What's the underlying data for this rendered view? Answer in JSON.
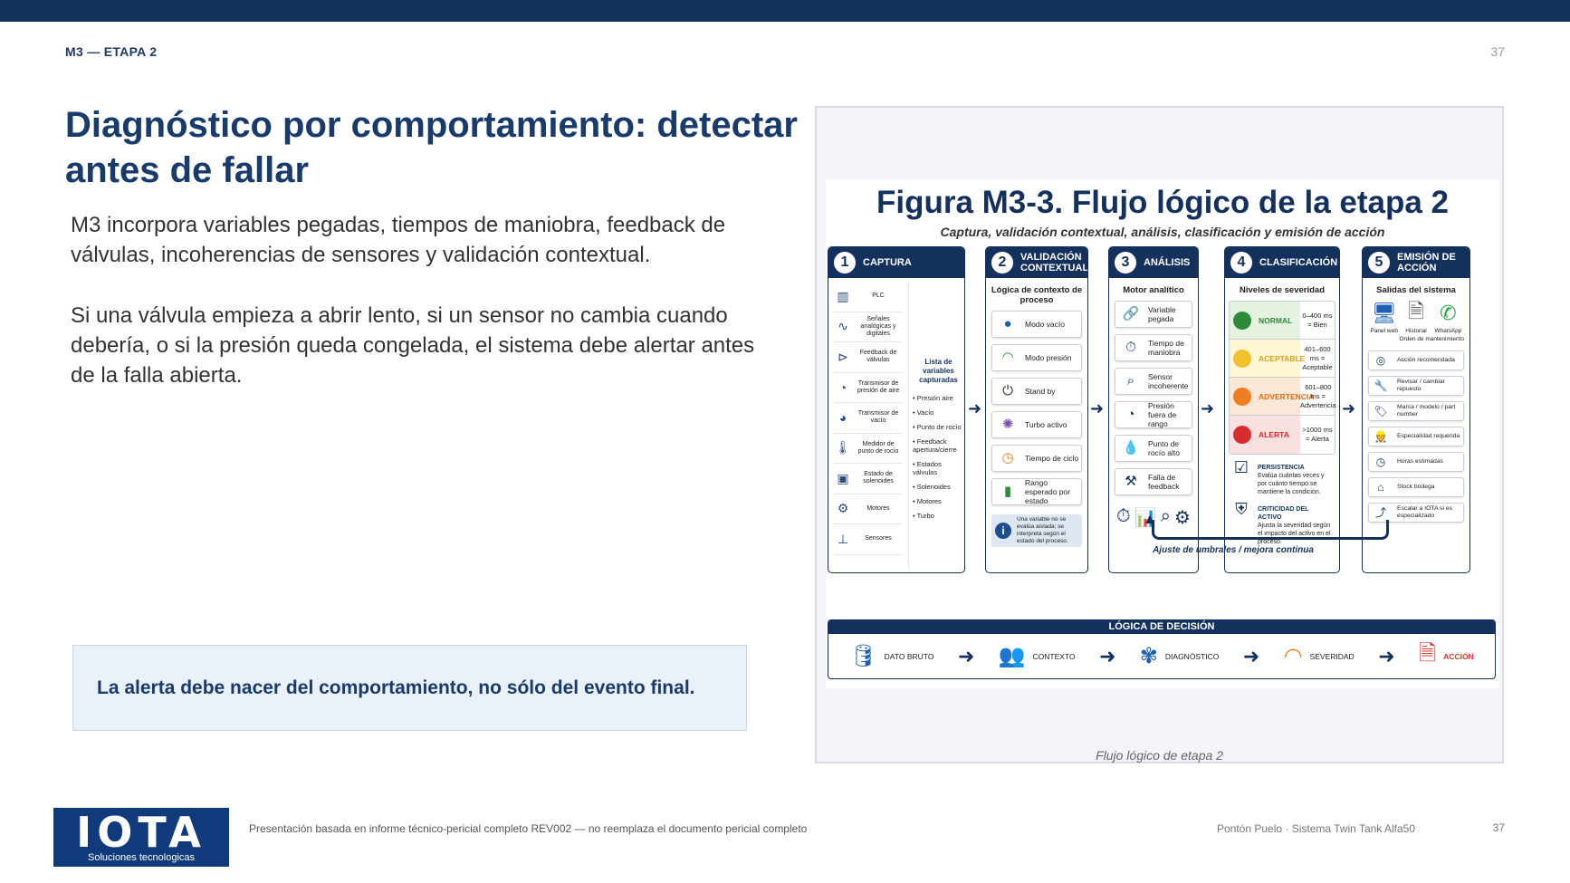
{
  "header": {
    "section": "M3 — ETAPA 2",
    "page": "37"
  },
  "title": "Diagnóstico por comportamiento: detectar antes de fallar",
  "body": {
    "p1": "M3 incorpora variables pegadas, tiempos de maniobra, feedback de válvulas, incoherencias de sensores y validación contextual.",
    "p2": "Si una válvula empieza a abrir lento, si un sensor no cambia cuando debería, o si la presión queda congelada, el sistema debe alertar antes de la falla abierta."
  },
  "callout": "La alerta debe nacer del comportamiento, no sólo del evento final.",
  "figure": {
    "title": "Figura M3-3. Flujo lógico de la etapa 2",
    "subtitle": "Captura, validación contextual, análisis, clasificación y emisión de acción",
    "caption": "Flujo lógico de etapa 2",
    "columns": [
      {
        "num": "1",
        "title": "CAPTURA",
        "items": [
          {
            "icon": "plc-icon",
            "glyph": "▥",
            "label": "PLC"
          },
          {
            "icon": "signal-icon",
            "glyph": "∿",
            "label": "Señales analógicas y digitales"
          },
          {
            "icon": "valve-icon",
            "glyph": "⊳",
            "label": "Feedback de válvulas"
          },
          {
            "icon": "pressure-gauge-icon",
            "glyph": "◔",
            "label": "Transmisor de presión de aire"
          },
          {
            "icon": "vacuum-gauge-icon",
            "glyph": "◕",
            "label": "Transmisor de vacío"
          },
          {
            "icon": "thermometer-icon",
            "glyph": "🌡",
            "label": "Medidor de punto de rocío"
          },
          {
            "icon": "solenoid-icon",
            "glyph": "▣",
            "label": "Estado de solenoides"
          },
          {
            "icon": "motor-icon",
            "glyph": "⚙",
            "label": "Motores"
          },
          {
            "icon": "sensor-icon",
            "glyph": "⊥",
            "label": "Sensores"
          }
        ],
        "side_title": "Lista de variables capturadas",
        "side_items": [
          "Presión aire",
          "Vacío",
          "Punto de rocío",
          "Feedback apertura/cierre",
          "Estados válvulas",
          "Solenoides",
          "Motores",
          "Turbo"
        ]
      },
      {
        "num": "2",
        "title": "VALIDACIÓN CONTEXTUAL",
        "subtitle": "Lógica de contexto de proceso",
        "items": [
          {
            "icon": "vacuum-mode-icon",
            "glyph": "●",
            "color": "#1d5fb0",
            "label": "Modo vacío"
          },
          {
            "icon": "pressure-mode-icon",
            "glyph": "◠",
            "color": "#2e8b3a",
            "label": "Modo presión"
          },
          {
            "icon": "power-icon",
            "glyph": "⏻",
            "color": "#333333",
            "label": "Stand by"
          },
          {
            "icon": "turbo-icon",
            "glyph": "✺",
            "color": "#7a4fa8",
            "label": "Turbo activo"
          },
          {
            "icon": "clock-icon",
            "glyph": "◷",
            "color": "#e07b1f",
            "label": "Tiempo de ciclo"
          },
          {
            "icon": "bar-chart-icon",
            "glyph": "▮",
            "color": "#2e8b3a",
            "label": "Rango esperado por estado"
          }
        ],
        "info": "Una variable no se evalúa aislada; se interpreta según el estado del proceso."
      },
      {
        "num": "3",
        "title": "ANÁLISIS",
        "subtitle": "Motor analítico",
        "items": [
          {
            "icon": "link-icon",
            "glyph": "🔗",
            "color": "#13315c",
            "label": "Variable pegada"
          },
          {
            "icon": "stopwatch-icon",
            "glyph": "⏱",
            "color": "#13315c",
            "label": "Tiempo de maniobra"
          },
          {
            "icon": "magnifier-icon",
            "glyph": "⌕",
            "color": "#13315c",
            "label": "Sensor incoherente"
          },
          {
            "icon": "gauge-icon",
            "glyph": "◔",
            "color": "#13315c",
            "label": "Presión fuera de rango"
          },
          {
            "icon": "drop-icon",
            "glyph": "💧",
            "color": "#13315c",
            "label": "Punto de rocío alto"
          },
          {
            "icon": "valve-fault-icon",
            "glyph": "⚒",
            "color": "#13315c",
            "label": "Falla de feedback"
          }
        ],
        "icon_row": [
          {
            "icon": "stopwatch-icon",
            "glyph": "⏱"
          },
          {
            "icon": "chart-icon",
            "glyph": "📊"
          },
          {
            "icon": "search-icon",
            "glyph": "⌕"
          },
          {
            "icon": "gear-icon",
            "glyph": "⚙"
          }
        ]
      },
      {
        "num": "4",
        "title": "CLASIFICACIÓN",
        "subtitle": "Niveles de severidad",
        "levels": [
          {
            "name": "NORMAL",
            "range": "0–400 ms = Bien",
            "color": "#2e8b3a",
            "bg": "#e6f2e0",
            "text": "#2e8b3a"
          },
          {
            "name": "ACEPTABLE",
            "range": "401–600 ms = Aceptable",
            "color": "#f2c12e",
            "bg": "#fff6d6",
            "text": "#d9a21a"
          },
          {
            "name": "ADVERTENCIA",
            "range": "601–800 ms = Advertencia",
            "color": "#ef7d22",
            "bg": "#fde8d6",
            "text": "#e06b12"
          },
          {
            "name": "ALERTA",
            "range": ">1000 ms = Alerta",
            "color": "#d92b2b",
            "bg": "#fbe0e0",
            "text": "#d92b2b"
          }
        ],
        "notes": [
          {
            "icon": "checklist-icon",
            "glyph": "☑",
            "title": "PERSISTENCIA",
            "text": "Evalúa cuántas veces y por cuánto tiempo se mantiene la condición."
          },
          {
            "icon": "shield-icon",
            "glyph": "⛨",
            "title": "CRITICIDAD DEL ACTIVO",
            "text": "Ajusta la severidad según el impacto del activo en el proceso."
          }
        ]
      },
      {
        "num": "5",
        "title": "EMISIÓN DE ACCIÓN",
        "subtitle": "Salidas del sistema",
        "outputs": [
          {
            "icon": "monitor-icon",
            "glyph": "🖥",
            "label": "Panel web"
          },
          {
            "icon": "document-clock-icon",
            "glyph": "🗎",
            "label": "Historial"
          },
          {
            "icon": "whatsapp-icon",
            "glyph": "✆",
            "label": "WhatsApp"
          }
        ],
        "orden": "Orden de mantenimiento",
        "actions": [
          {
            "icon": "target-icon",
            "glyph": "◎",
            "label": "Acción recomendada"
          },
          {
            "icon": "wrench-icon",
            "glyph": "🔧",
            "label": "Revisar / cambiar repuesto"
          },
          {
            "icon": "tag-icon",
            "glyph": "🏷",
            "label": "Marca / modelo / part number"
          },
          {
            "icon": "worker-icon",
            "glyph": "👷",
            "label": "Especialidad requerida"
          },
          {
            "icon": "clock-icon",
            "glyph": "◷",
            "label": "Horas estimadas"
          },
          {
            "icon": "warehouse-icon",
            "glyph": "⌂",
            "label": "Stock bodega"
          },
          {
            "icon": "escalate-icon",
            "glyph": "⤴",
            "label": "Escalar a IOTA si es especializado"
          }
        ]
      }
    ],
    "loop_label": "Ajuste de umbrales / mejora continua",
    "decision": {
      "title": "LÓGICA DE DECISIÓN",
      "steps": [
        {
          "icon": "database-icon",
          "glyph": "🛢",
          "color": "#1d5fb0",
          "label": "DATO BRUTO"
        },
        {
          "icon": "people-icon",
          "glyph": "👥",
          "color": "#2e8b3a",
          "label": "CONTEXTO"
        },
        {
          "icon": "brain-icon",
          "glyph": "✾",
          "color": "#1d5fb0",
          "label": "DIAGNÓSTICO"
        },
        {
          "icon": "speedometer-icon",
          "glyph": "◠",
          "color": "#ef7d22",
          "label": "SEVERIDAD"
        },
        {
          "icon": "report-icon",
          "glyph": "🗎",
          "color": "#d93a2b",
          "label": "ACCIÓN"
        }
      ]
    }
  },
  "logo": {
    "text": "IOTA",
    "subtitle": "Soluciones tecnologicas"
  },
  "footer": {
    "left": "Presentación basada en informe técnico-pericial completo REV002 — no reemplaza el documento pericial completo",
    "right": "Pontón Puelo · Sistema Twin Tank Alfa50",
    "page": "37"
  }
}
